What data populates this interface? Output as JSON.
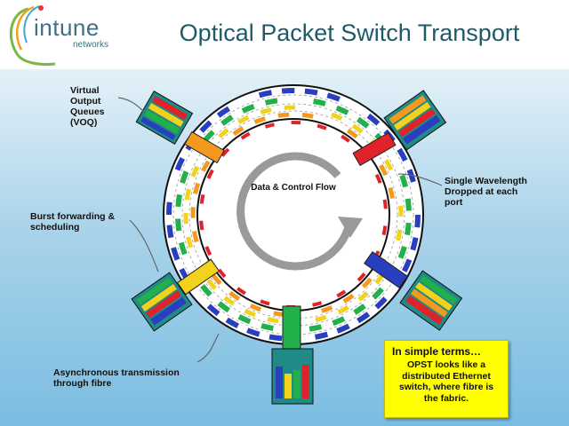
{
  "header": {
    "logo_text": "intune",
    "logo_sub": "networks",
    "title": "Optical Packet Switch Transport"
  },
  "diagram": {
    "center_label": "Data & Control Flow",
    "labels": {
      "voq": [
        "Virtual",
        "Output",
        "Queues",
        "(VOQ)"
      ],
      "burst": [
        "Burst forwarding &",
        "scheduling"
      ],
      "wavelength": [
        "Single Wavelength",
        "Dropped at each",
        "port"
      ],
      "async": [
        "Asynchronous transmission",
        "through fibre"
      ]
    }
  },
  "note": {
    "title": "In simple terms…",
    "body": "OPST looks like a distributed Ethernet switch, where fibre is the fabric."
  },
  "colors": {
    "title": "#1f5a6b",
    "ring_blue": "#2a3fc0",
    "ring_green": "#21b04a",
    "ring_yellow": "#f2d21a",
    "ring_orange": "#f39a1e",
    "ring_red": "#e0232b",
    "node": "#1f8a86",
    "note_bg": "#ffff00"
  }
}
